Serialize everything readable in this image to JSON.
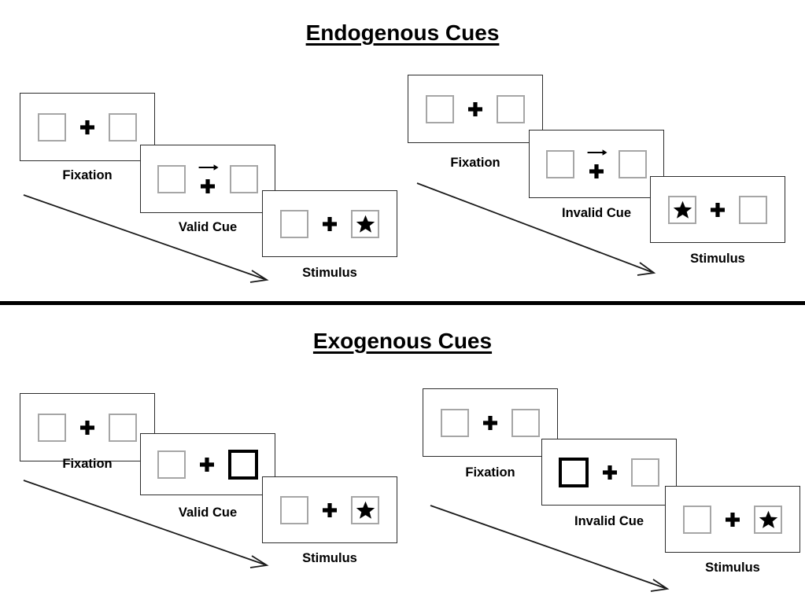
{
  "figure": {
    "title": "Posner cueing paradigm: endogenous and exogenous cues",
    "background_color": "#ffffff",
    "box_outline_color": "#a6a6a6",
    "cue_outline_color": "#000000",
    "frame_outline_color": "#2b2b2b",
    "divider_color": "#000000"
  },
  "sections": [
    {
      "id": "endogenous",
      "title": "Endogenous Cues",
      "sequences": [
        {
          "id": "endogenous-valid",
          "panels": [
            {
              "id": "endo-valid-fixation",
              "caption": "Fixation",
              "left_box": "empty",
              "right_box": "empty",
              "center": "fixation-cross",
              "cue": "none"
            },
            {
              "id": "endo-valid-cue",
              "caption": "Valid Cue",
              "left_box": "empty",
              "right_box": "empty",
              "center": "fixation-cross",
              "cue": "arrow-right"
            },
            {
              "id": "endo-valid-stimulus",
              "caption": "Stimulus",
              "left_box": "empty",
              "right_box": "star",
              "center": "fixation-cross",
              "cue": "none"
            }
          ]
        },
        {
          "id": "endogenous-invalid",
          "panels": [
            {
              "id": "endo-invalid-fixation",
              "caption": "Fixation",
              "left_box": "empty",
              "right_box": "empty",
              "center": "fixation-cross",
              "cue": "none"
            },
            {
              "id": "endo-invalid-cue",
              "caption": "Invalid Cue",
              "left_box": "empty",
              "right_box": "empty",
              "center": "fixation-cross",
              "cue": "arrow-right"
            },
            {
              "id": "endo-invalid-stimulus",
              "caption": "Stimulus",
              "left_box": "star",
              "right_box": "empty",
              "center": "fixation-cross",
              "cue": "none"
            }
          ]
        }
      ]
    },
    {
      "id": "exogenous",
      "title": "Exogenous Cues",
      "sequences": [
        {
          "id": "exogenous-valid",
          "panels": [
            {
              "id": "exo-valid-fixation",
              "caption": "Fixation",
              "left_box": "empty",
              "right_box": "empty",
              "center": "fixation-cross",
              "cue": "none"
            },
            {
              "id": "exo-valid-cue",
              "caption": "Valid Cue",
              "left_box": "empty",
              "right_box": "highlighted",
              "center": "fixation-cross",
              "cue": "box-flash-right"
            },
            {
              "id": "exo-valid-stimulus",
              "caption": "Stimulus",
              "left_box": "empty",
              "right_box": "star",
              "center": "fixation-cross",
              "cue": "none"
            }
          ]
        },
        {
          "id": "exogenous-invalid",
          "panels": [
            {
              "id": "exo-invalid-fixation",
              "caption": "Fixation",
              "left_box": "empty",
              "right_box": "empty",
              "center": "fixation-cross",
              "cue": "none"
            },
            {
              "id": "exo-invalid-cue",
              "caption": "Invalid Cue",
              "left_box": "highlighted",
              "right_box": "empty",
              "center": "fixation-cross",
              "cue": "box-flash-left"
            },
            {
              "id": "exo-invalid-stimulus",
              "caption": "Stimulus",
              "left_box": "empty",
              "right_box": "star",
              "center": "fixation-cross",
              "cue": "none"
            }
          ]
        }
      ]
    }
  ],
  "time_arrows": [
    {
      "id": "time-arrow-endo-valid",
      "direction": "down-right"
    },
    {
      "id": "time-arrow-endo-invalid",
      "direction": "down-right"
    },
    {
      "id": "time-arrow-exo-valid",
      "direction": "down-right"
    },
    {
      "id": "time-arrow-exo-invalid",
      "direction": "down-right"
    }
  ]
}
